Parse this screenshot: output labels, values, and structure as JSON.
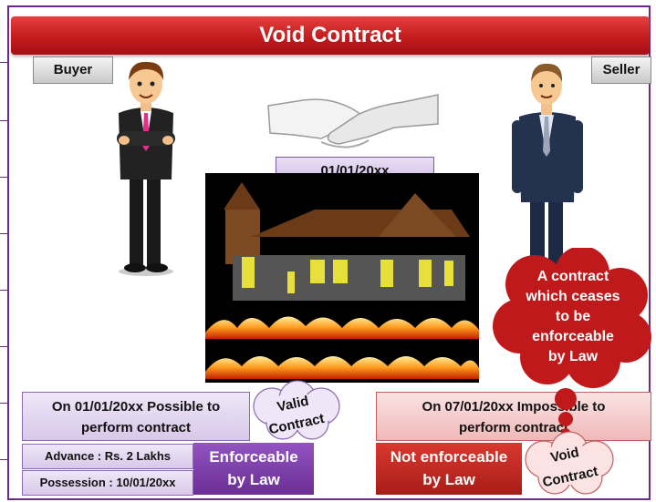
{
  "title": "Void Contract",
  "buyer_label": "Buyer",
  "seller_label": "Seller",
  "contract_date": "01/01/20xx",
  "seller_cloud": {
    "text": [
      "A contract",
      "which ceases",
      "to be",
      "enforceable",
      "by Law"
    ]
  },
  "left_panel": {
    "headline": [
      "On 01/01/20xx Possible to",
      "perform contract"
    ],
    "advance": "Advance : Rs. 2 Lakhs",
    "possession": "Possession : 10/01/20xx",
    "status": [
      "Enforceable",
      "by Law"
    ],
    "cloud": [
      "Valid",
      "Contract"
    ]
  },
  "right_panel": {
    "headline": [
      "On 07/01/20xx Impossible to",
      "perform contract"
    ],
    "status": [
      "Not enforceable",
      "by Law"
    ],
    "cloud": [
      "Void",
      "Contract"
    ]
  },
  "colors": {
    "title_red": "#c0191b",
    "purple": "#7b3fa0",
    "red_box": "#c62828"
  }
}
